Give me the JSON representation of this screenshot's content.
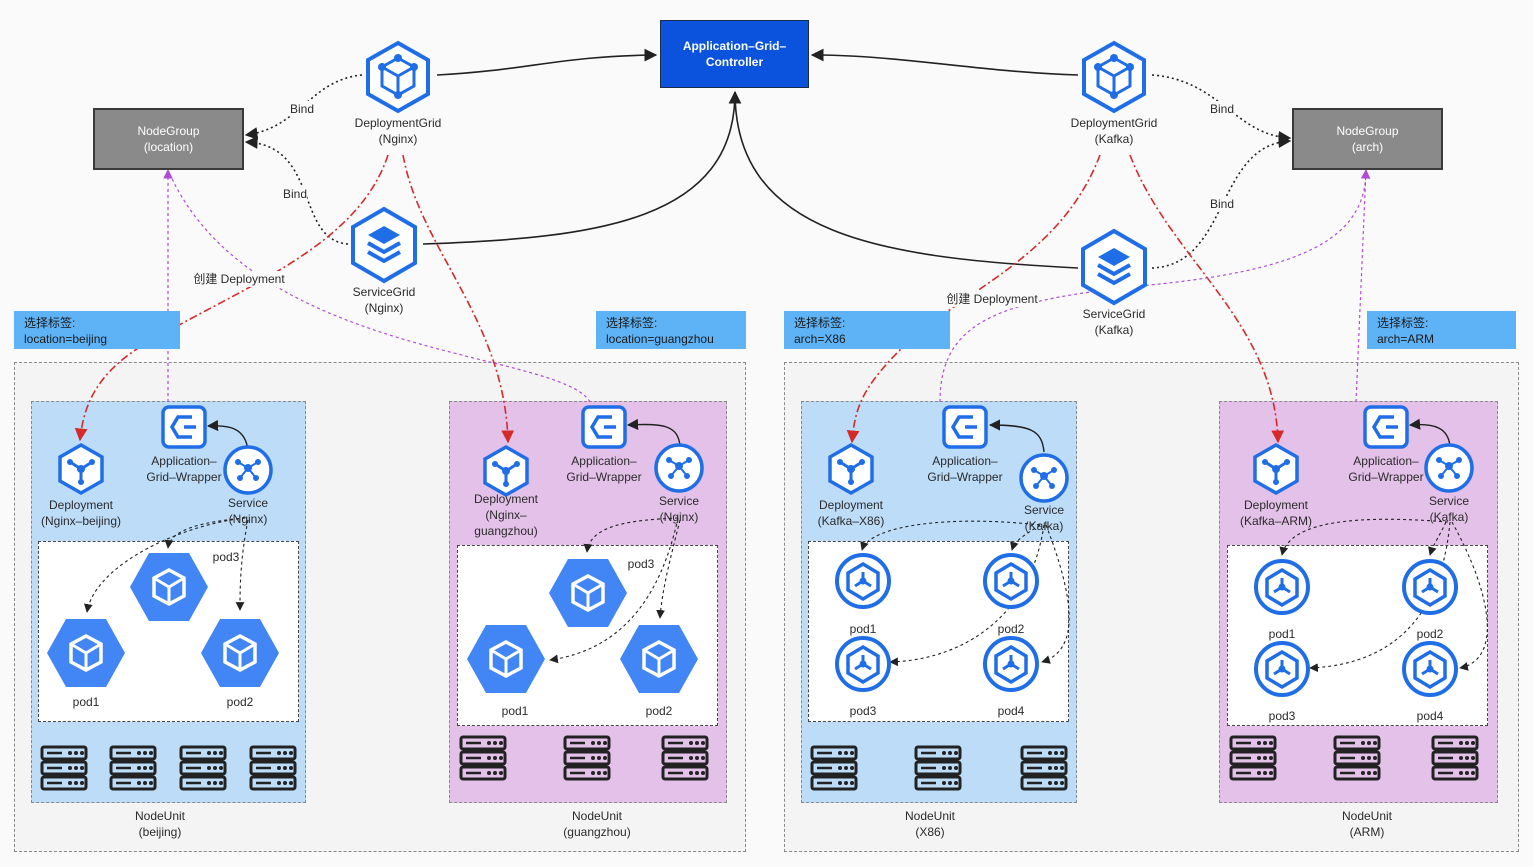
{
  "controller": {
    "label": "Application–Grid–\nController"
  },
  "nodegroups": {
    "location": {
      "label": "NodeGroup\n(location)"
    },
    "arch": {
      "label": "NodeGroup\n(arch)"
    }
  },
  "grids": {
    "deployment_nginx": "DeploymentGrid\n(Nginx)",
    "deployment_kafka": "DeploymentGrid\n(Kafka)",
    "service_nginx": "ServiceGrid\n(Nginx)",
    "service_kafka": "ServiceGrid\n(Kafka)"
  },
  "edge_labels": {
    "bind_1": "Bind",
    "bind_2": "Bind",
    "bind_3": "Bind",
    "bind_4": "Bind",
    "create_left": "创建 Deployment",
    "create_right": "创建 Deployment"
  },
  "tags": {
    "beijing": "选择标签:\nlocation=beijing",
    "guangzhou": "选择标签:\nlocation=guangzhou",
    "x86": "选择标签:\narch=X86",
    "arm": "选择标签:\narch=ARM"
  },
  "units": {
    "beijing": {
      "deployment": "Deployment\n(Nginx–beijing)",
      "wrapper": "Application–\nGrid–Wrapper",
      "service": "Service\n(Nginx)",
      "pods": [
        "pod1",
        "pod2",
        "pod3"
      ],
      "name": "NodeUnit\n(beijing)"
    },
    "guangzhou": {
      "deployment": "Deployment\n(Nginx–\nguangzhou)",
      "wrapper": "Application–\nGrid–Wrapper",
      "service": "Service\n(Nginx)",
      "pods": [
        "pod1",
        "pod2",
        "pod3"
      ],
      "name": "NodeUnit\n(guangzhou)"
    },
    "x86": {
      "deployment": "Deployment\n(Kafka–X86)",
      "wrapper": "Application–\nGrid–Wrapper",
      "service": "Service\n(Kafka)",
      "pods": [
        "pod1",
        "pod2",
        "pod3",
        "pod4"
      ],
      "name": "NodeUnit\n(X86)"
    },
    "arm": {
      "deployment": "Deployment\n(Kafka–ARM)",
      "wrapper": "Application–\nGrid–Wrapper",
      "service": "Service\n(Kafka)",
      "pods": [
        "pod1",
        "pod2",
        "pod3",
        "pod4"
      ],
      "name": "NodeUnit\n(ARM)"
    }
  },
  "colors": {
    "controller": "#0b53dc",
    "icon_blue": "#1f6ee8",
    "gke_blue": "#4285f4",
    "unit_blue": "#bcdcf8",
    "unit_purple": "#e3c1e8",
    "tag": "#5eb3f6",
    "create_arrow": "#d62a2a",
    "select_arrow": "#b04bd6"
  }
}
